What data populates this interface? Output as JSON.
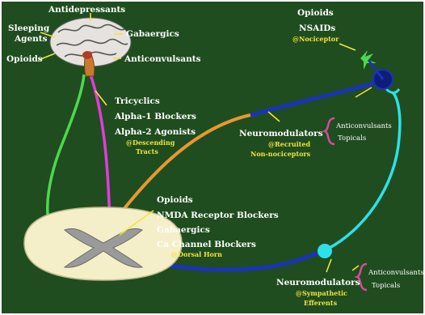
{
  "colors": {
    "background": "#1f4d1f",
    "green_tract": "#4ed84e",
    "magenta_tract": "#e33bdc",
    "orange_nerve": "#e8982e",
    "blue_nerve": "#1a33b8",
    "cyan_nerve": "#2ee0e8",
    "yellow_pointer": "#f2e33a",
    "brace": "#d94a9a"
  },
  "brain_labels": {
    "antidepressants": "Antidepressants",
    "sleeping_agents_line1": "Sleeping",
    "sleeping_agents_line2": "Agents",
    "opioids": "Opioids",
    "gabaergics": "Gabaergics",
    "anticonvulsants": "Anticonvulsants"
  },
  "descending": {
    "line1": "Tricyclics",
    "line2": "Alpha-1 Blockers",
    "line3": "Alpha-2 Agonists",
    "site_line1": "@Descending",
    "site_line2": "Tracts"
  },
  "dorsal_horn": {
    "line1": "Opioids",
    "line2": "NMDA Receptor Blockers",
    "line3": "Gabaergics",
    "line4": "Ca Channel Blockers",
    "site": "@Dorsal Horn"
  },
  "nociceptor": {
    "line1": "Opioids",
    "line2": "NSAIDs",
    "site": "@Nociceptor"
  },
  "recruited": {
    "title": "Neuromodulators",
    "site_line1": "@Recruited",
    "site_line2": "Non-nociceptors",
    "bracket_line1": "Anticonvulsants",
    "bracket_line2": "Topicals"
  },
  "sympathetic": {
    "title": "Neuromodulators",
    "site_line1": "@Sympathetic",
    "site_line2": "Efferents",
    "bracket_line1": "Anticonvulsants",
    "bracket_line2": "Topicals"
  }
}
